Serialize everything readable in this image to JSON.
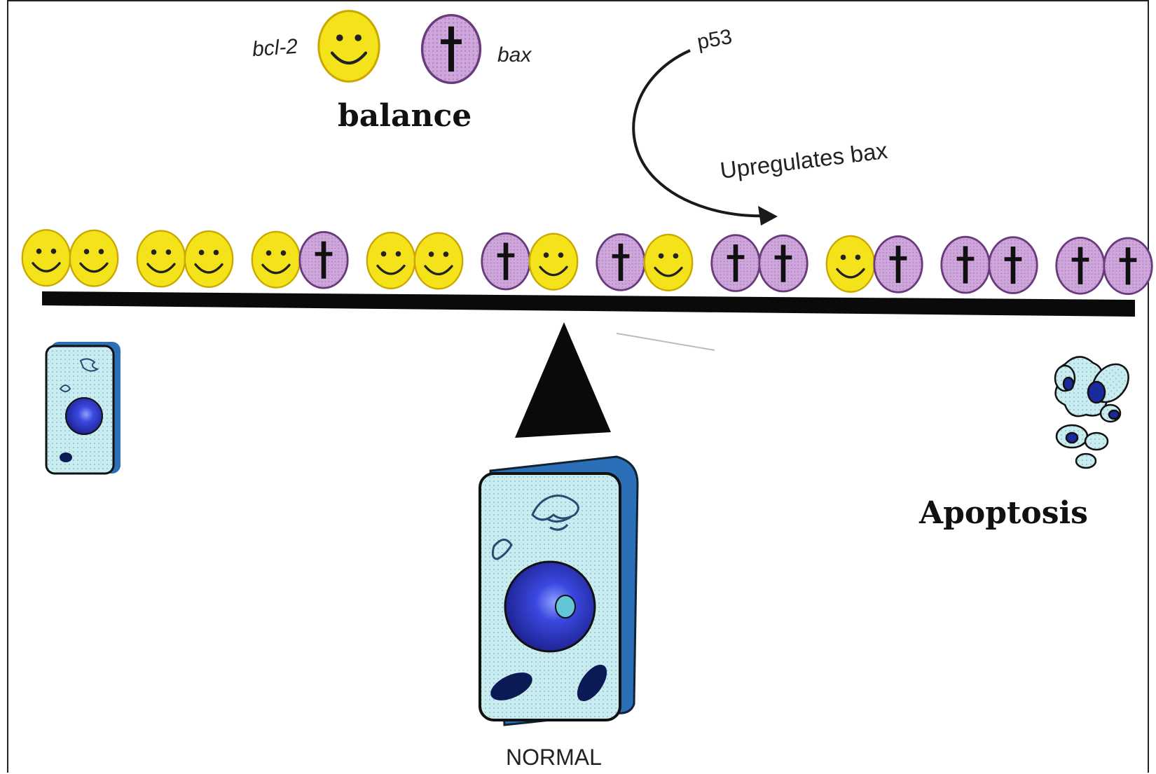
{
  "labels": {
    "bcl2": "bcl-2",
    "bax": "bax",
    "balance": "balance",
    "p53": "p53",
    "upregulates": "Upregulates bax",
    "apoptosis": "Apoptosis",
    "normal": "NORMAL"
  },
  "legend": [
    {
      "name": "bcl-2",
      "icon": "smiley-face-icon"
    },
    {
      "name": "bax",
      "icon": "cross-ball-icon"
    }
  ],
  "beam_sequence": [
    "bcl2",
    "bcl2",
    "bcl2",
    "bcl2",
    "bcl2",
    "bax",
    "bcl2",
    "bcl2",
    "bax",
    "bcl2",
    "bax",
    "bcl2",
    "bax",
    "bax",
    "bcl2",
    "bax",
    "bax",
    "bax",
    "bax",
    "bax"
  ],
  "colors": {
    "bcl2_fill": "#f4e21a",
    "bcl2_edge": "#c9a800",
    "bax_fill": "#cfa6dc",
    "bax_edge": "#8a5a9c",
    "cell_fill": "#c9ecf0",
    "cell_edge": "#2a6fb8",
    "nucleus": "#2b35c8",
    "beam": "#0a0a0a"
  }
}
